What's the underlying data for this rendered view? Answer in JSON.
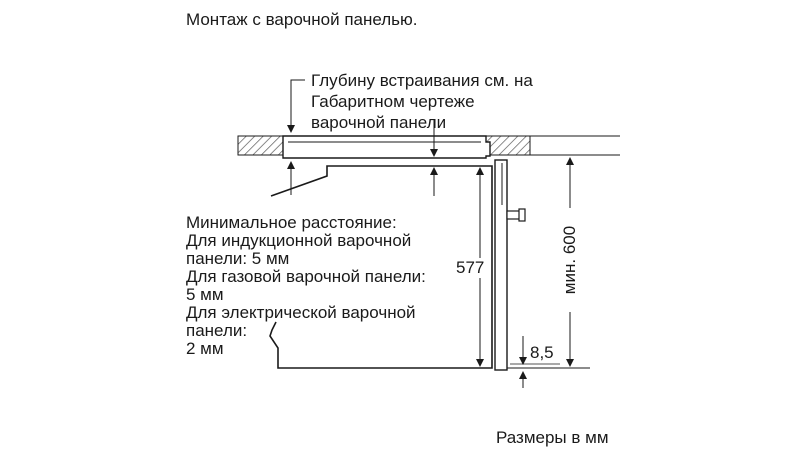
{
  "title": "Монтаж с варочной панелью.",
  "depth_note": [
    "Глубину встраивания см. на",
    "Габаритном чертеже",
    "варочной панели"
  ],
  "min_distance": [
    "Минимальное расстояние:",
    "Для индукционной варочной",
    "панели: 5 мм",
    "Для газовой варочной панели:",
    "5 мм",
    "Для электрической варочной",
    "панели:",
    "2 мм"
  ],
  "dimensions": {
    "height_577": "577",
    "min_600": "мин. 600",
    "gap_85": "8,5"
  },
  "units_note": "Размеры в мм",
  "colors": {
    "line": "#1a1a1a",
    "hatch": "#555555",
    "countertop_fill": "#ffffff"
  }
}
